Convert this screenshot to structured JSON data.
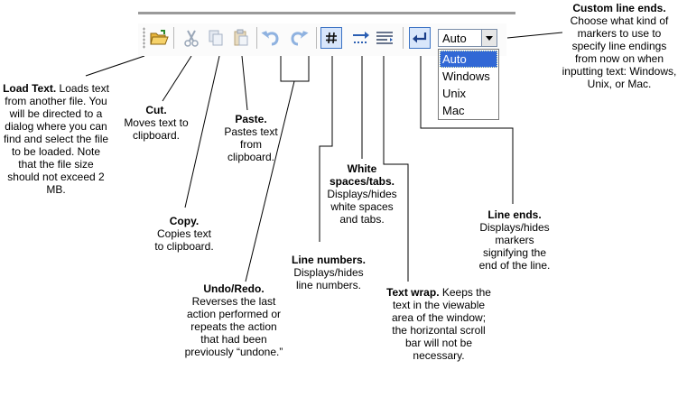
{
  "toolbar": {
    "buttons": [
      {
        "name": "load-text",
        "icon": "folder-open-icon"
      },
      {
        "name": "cut",
        "icon": "scissors-icon"
      },
      {
        "name": "copy",
        "icon": "copy-icon"
      },
      {
        "name": "paste",
        "icon": "clipboard-icon"
      },
      {
        "name": "undo",
        "icon": "undo-icon"
      },
      {
        "name": "redo",
        "icon": "redo-icon"
      },
      {
        "name": "line-numbers",
        "icon": "hash-icon"
      },
      {
        "name": "white-spaces",
        "icon": "whitespace-icon"
      },
      {
        "name": "text-wrap",
        "icon": "text-wrap-icon"
      },
      {
        "name": "line-ends",
        "icon": "return-arrow-icon"
      }
    ],
    "line_endings": {
      "selected": "Auto",
      "options": [
        "Auto",
        "Windows",
        "Unix",
        "Mac"
      ]
    }
  },
  "colors": {
    "accent": "#3168d5",
    "icon_blue": "#2b5fb3",
    "icon_orange": "#e0a020"
  },
  "annotations": {
    "load_text": {
      "title": "Load Text.",
      "body": "Loads text from another file. You will be directed to a dialog where you can find and select the file to be loaded. Note that the file size should not exceed 2 MB."
    },
    "cut": {
      "title": "Cut.",
      "body": "Moves text to clipboard."
    },
    "copy": {
      "title": "Copy.",
      "body": "Copies text to clipboard."
    },
    "paste": {
      "title": "Paste.",
      "body": "Pastes text from clipboard."
    },
    "undo_redo": {
      "title": "Undo/Redo.",
      "body": "Reverses the last action performed or repeats the action that had been previously “undone.”"
    },
    "line_numbers": {
      "title": "Line numbers.",
      "body": "Displays/hides line numbers."
    },
    "white_spaces": {
      "title": "White spaces/tabs.",
      "body": "Displays/hides white spaces and tabs."
    },
    "text_wrap": {
      "title": "Text wrap.",
      "body": "Keeps the text in the viewable area of the window; the horizontal scroll bar will not be necessary."
    },
    "line_ends": {
      "title": "Line ends.",
      "body": "Displays/hides markers signifying the end of the line."
    },
    "custom_line_ends": {
      "title": "Custom line ends.",
      "body": "Choose what kind of markers to use to specify line endings from now on when inputting text: Windows, Unix, or Mac."
    }
  }
}
